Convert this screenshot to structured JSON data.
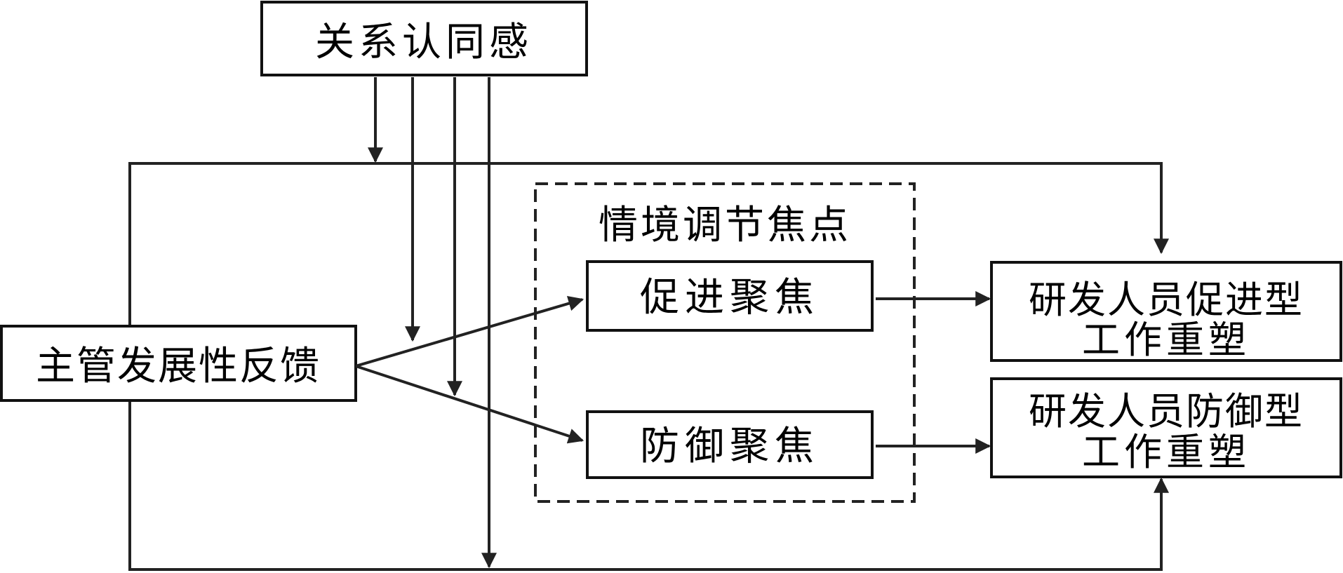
{
  "nodes": {
    "moderator": "关系认同感",
    "independent": "主管发展性反馈",
    "mediator_group": "情境调节焦点",
    "promotion_focus": "促进聚焦",
    "prevention_focus": "防御聚焦",
    "outcome_promotion": [
      "研发人员促进型",
      "工作重塑"
    ],
    "outcome_prevention": [
      "研发人员防御型",
      "工作重塑"
    ]
  }
}
